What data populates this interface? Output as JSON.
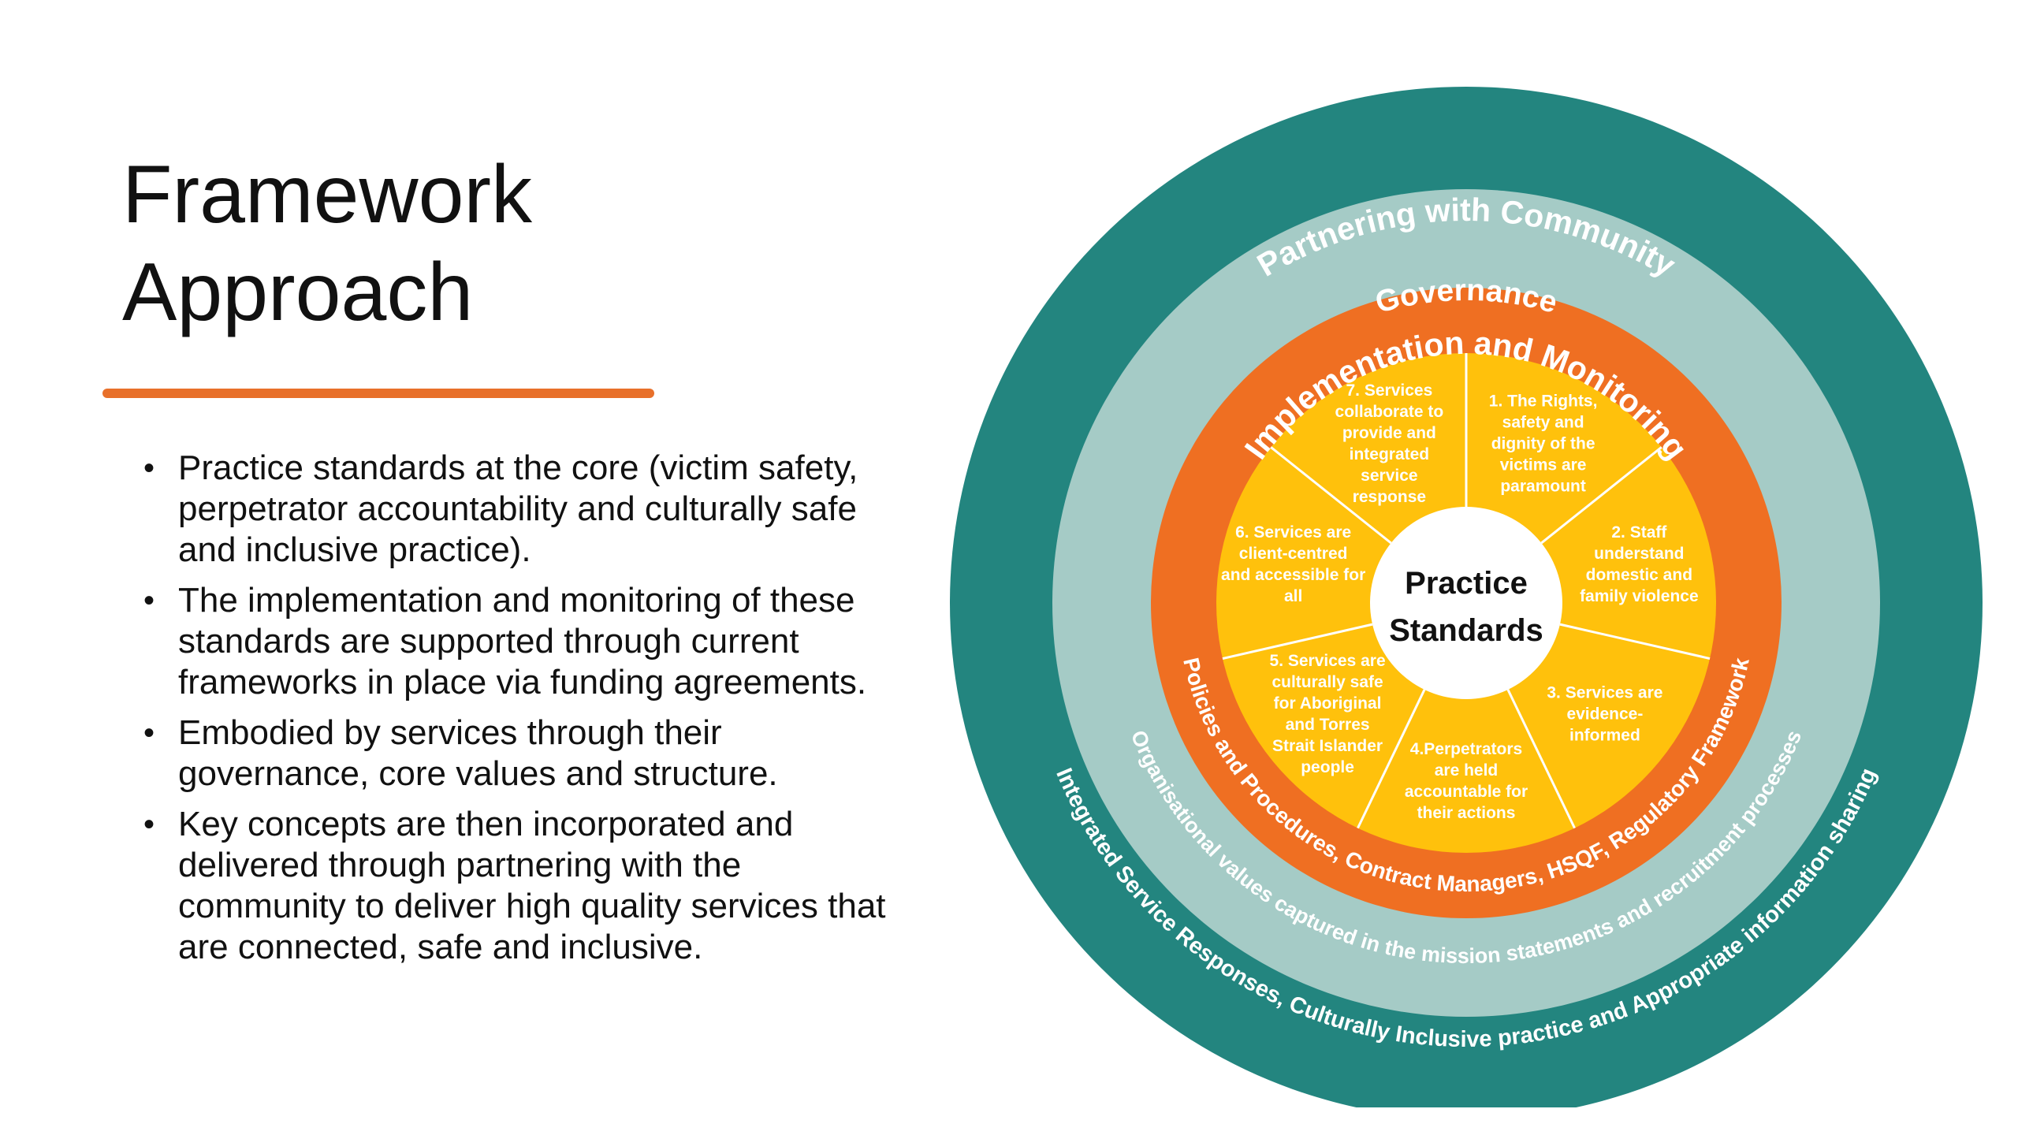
{
  "slide": {
    "title_line1": "Framework",
    "title_line2": "Approach",
    "bullets": [
      "Practice standards at the core (victim safety, perpetrator accountability and culturally safe and inclusive practice).",
      "The implementation and monitoring of these standards are supported through current frameworks in place via funding agreements.",
      "Embodied by services through their governance, core values and structure.",
      "Key concepts are then incorporated and delivered through partnering with the community to deliver high quality services that are connected, safe and inclusive."
    ],
    "bullet_symbol": "•"
  },
  "diagram": {
    "colors": {
      "outer": "#23857F",
      "governance": "#A5CBC6",
      "implementation": "#EF6F22",
      "standards": "#FFC10C",
      "core": "#FFFFFF",
      "outer_text": "#FFFFFF",
      "governance_text": "#FFFFFF"
    },
    "outer_ring": {
      "top_label": "Partnering with Community",
      "bottom_label": "Integrated Service Responses, Culturally Inclusive practice and Appropriate information sharing"
    },
    "governance_ring": {
      "top_label": "Governance",
      "bottom_label": "Organisational values captured in the mission statements and recruitment processes"
    },
    "implementation_ring": {
      "top_label": "Implementation and Monitoring",
      "bottom_label": "Policies and Procedures, Contract Managers, HSQF, Regulatory Framework"
    },
    "core": {
      "line1": "Practice",
      "line2": "Standards"
    },
    "segments": [
      {
        "lines": [
          "1. The Rights,",
          "safety and",
          "dignity of the",
          "victims are",
          "paramount"
        ]
      },
      {
        "lines": [
          "2. Staff",
          "understand",
          "domestic and",
          "family violence"
        ]
      },
      {
        "lines": [
          "3. Services are",
          "evidence-",
          "informed"
        ]
      },
      {
        "lines": [
          "4.Perpetrators",
          "are held",
          "accountable for",
          "their actions"
        ]
      },
      {
        "lines": [
          "5. Services are",
          "culturally safe",
          "for Aboriginal",
          "and Torres",
          "Strait Islander",
          "people"
        ]
      },
      {
        "lines": [
          "6. Services are",
          "client-centred",
          "and accessible for",
          "all"
        ]
      },
      {
        "lines": [
          "7. Services",
          "collaborate to",
          "provide and",
          "integrated",
          "service",
          "response"
        ]
      }
    ]
  }
}
